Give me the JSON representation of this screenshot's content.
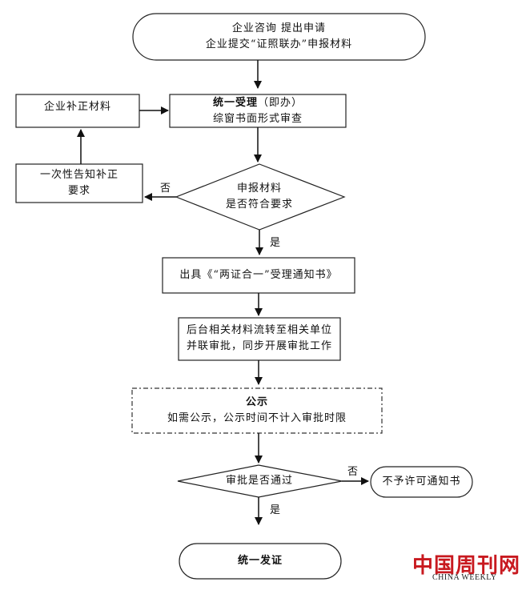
{
  "start": {
    "line1": "企业咨询  提出申请",
    "line2": "企业提交“证照联办”申报材料"
  },
  "accept": {
    "title": "统一受理",
    "title_suffix": "（即办）",
    "line2": "综窗书面形式审查"
  },
  "supplement": {
    "label": "企业补正材料"
  },
  "notify_once": {
    "line1": "一次性告知补正",
    "line2": "要求"
  },
  "check": {
    "line1": "申报材料",
    "line2": "是否符合要求"
  },
  "labels": {
    "no1": "否",
    "yes1": "是",
    "no2": "否",
    "yes2": "是"
  },
  "notice": {
    "label": "出具《“两证合一”受理通知书》"
  },
  "backend": {
    "line1": "后台相关材料流转至相关单位",
    "line2": "并联审批，同步开展审批工作"
  },
  "publicity": {
    "title": "公示",
    "line2": "如需公示，公示时间不计入审批时限"
  },
  "approve": {
    "label": "审批是否通过"
  },
  "reject": {
    "label": "不予许可通知书"
  },
  "issue": {
    "label": "统一发证"
  },
  "watermark": {
    "cn": "中国周刊网",
    "en": "CHINA WEEKLY"
  }
}
